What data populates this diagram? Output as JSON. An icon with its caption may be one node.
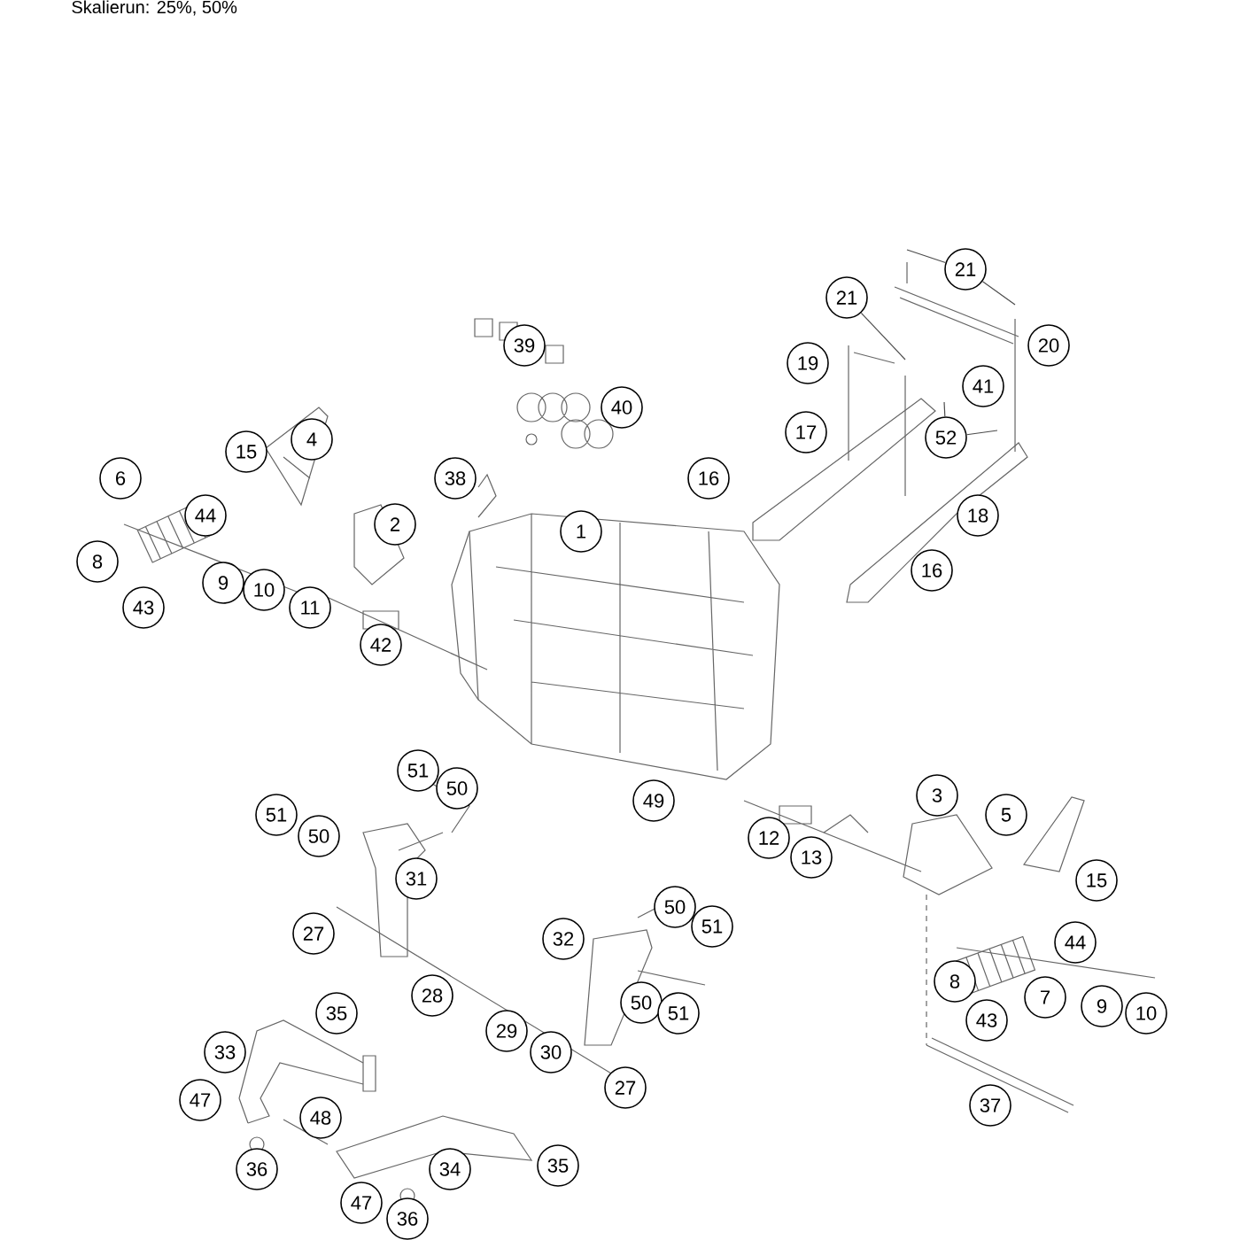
{
  "diagram": {
    "title": "Skalierun: 25%, 50%",
    "nodes": [
      {
        "text": [
          "21"
        ]
      },
      {
        "text": [
          "21"
        ]
      },
      {
        "text": [
          "39"
        ]
      },
      {
        "text": [
          "20"
        ]
      },
      {
        "text": [
          "19"
        ]
      },
      {
        "text": [
          "41"
        ]
      },
      {
        "text": [
          "40"
        ]
      },
      {
        "text": [
          "17"
        ]
      },
      {
        "text": [
          "52"
        ]
      },
      {
        "text": [
          "4"
        ]
      },
      {
        "text": [
          "15"
        ]
      },
      {
        "text": [
          "6"
        ]
      },
      {
        "text": [
          "38"
        ]
      },
      {
        "text": [
          "16"
        ]
      },
      {
        "text": [
          "44"
        ]
      },
      {
        "text": [
          "18"
        ]
      },
      {
        "text": [
          "2"
        ]
      },
      {
        "text": [
          "1"
        ]
      },
      {
        "text": [
          "8"
        ]
      },
      {
        "text": [
          "16"
        ]
      },
      {
        "text": [
          "9"
        ]
      },
      {
        "text": [
          "10"
        ]
      },
      {
        "text": [
          "43"
        ]
      },
      {
        "text": [
          "11"
        ]
      },
      {
        "text": [
          "42"
        ]
      },
      {
        "text": [
          "51"
        ]
      },
      {
        "text": [
          "50"
        ]
      },
      {
        "text": [
          "3"
        ]
      },
      {
        "text": [
          "49"
        ]
      },
      {
        "text": [
          "51"
        ]
      },
      {
        "text": [
          "5"
        ]
      },
      {
        "text": [
          "50"
        ]
      },
      {
        "text": [
          "12"
        ]
      },
      {
        "text": [
          "13"
        ]
      },
      {
        "text": [
          "31"
        ]
      },
      {
        "text": [
          "15"
        ]
      },
      {
        "text": [
          "50"
        ]
      },
      {
        "text": [
          "51"
        ]
      },
      {
        "text": [
          "27"
        ]
      },
      {
        "text": [
          "32"
        ]
      },
      {
        "text": [
          "44"
        ]
      },
      {
        "text": [
          "8"
        ]
      },
      {
        "text": [
          "28"
        ]
      },
      {
        "text": [
          "7"
        ]
      },
      {
        "text": [
          "50"
        ]
      },
      {
        "text": [
          "9"
        ]
      },
      {
        "text": [
          "35"
        ]
      },
      {
        "text": [
          "51"
        ]
      },
      {
        "text": [
          "10"
        ]
      },
      {
        "text": [
          "43"
        ]
      },
      {
        "text": [
          "29"
        ]
      },
      {
        "text": [
          "33"
        ]
      },
      {
        "text": [
          "30"
        ]
      },
      {
        "text": [
          "27"
        ]
      },
      {
        "text": [
          "47"
        ]
      },
      {
        "text": [
          "37"
        ]
      },
      {
        "text": [
          "48"
        ]
      },
      {
        "text": [
          "36"
        ]
      },
      {
        "text": [
          "35"
        ]
      },
      {
        "text": [
          "34"
        ]
      },
      {
        "text": [
          "47"
        ]
      },
      {
        "text": [
          "36"
        ]
      }
    ],
    "edges": [
      {
        "from": 0,
        "to": null,
        "arrow": "none"
      },
      {
        "from": 0,
        "to": null,
        "arrow": "none"
      },
      {
        "from": 1,
        "to": null,
        "arrow": "none"
      },
      {
        "from": 8,
        "to": null,
        "arrow": "none"
      },
      {
        "from": 8,
        "to": null,
        "arrow": "none"
      }
    ]
  }
}
